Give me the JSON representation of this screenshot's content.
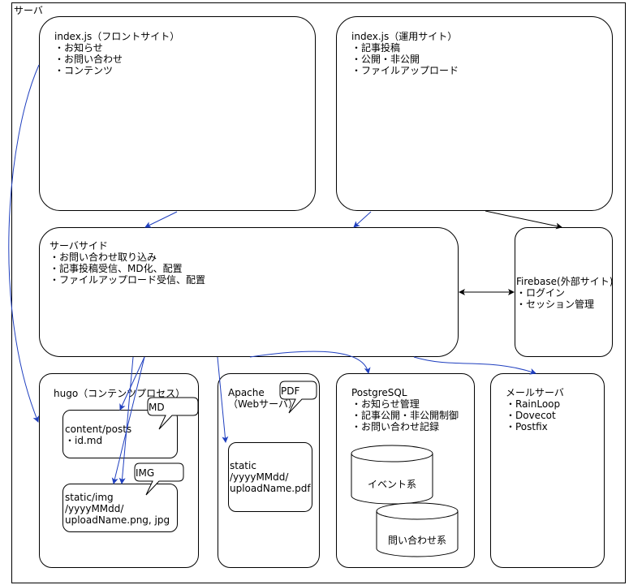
{
  "frame": {
    "label": "サーバ"
  },
  "front": {
    "title": "index.js（フロントサイト）",
    "items": [
      "・お知らせ",
      "・お問い合わせ",
      "・コンテンツ"
    ]
  },
  "admin": {
    "title": "index.js（運用サイト）",
    "items": [
      "・記事投稿",
      "・公開・非公開",
      "・ファイルアップロード"
    ]
  },
  "server": {
    "title": "サーバサイド",
    "items": [
      "・お問い合わせ取り込み",
      "・記事投稿受信、MD化、配置",
      "・ファイルアップロード受信、配置"
    ]
  },
  "firebase": {
    "title": "Firebase(外部サイト)",
    "items": [
      "・ログイン",
      "・セッション管理"
    ]
  },
  "hugo": {
    "title": "hugo（コンテンツプロセス）",
    "posts": {
      "lines": [
        "content/posts",
        "・id.md"
      ],
      "callout": "MD"
    },
    "img": {
      "lines": [
        "static/img",
        "/yyyyMMdd/",
        "uploadName.png, jpg"
      ],
      "callout": "IMG"
    }
  },
  "apache": {
    "title_lines": [
      "Apache",
      "（Webサーバ）"
    ],
    "callout": "PDF",
    "static": {
      "lines": [
        "static",
        "/yyyyMMdd/",
        "uploadName.pdf"
      ]
    }
  },
  "postgres": {
    "title": "PostgreSQL",
    "items": [
      "・お知らせ管理",
      "・記事公開・非公開制御",
      "・お問い合わせ記録"
    ],
    "db1": "イベント系",
    "db2": "問い合わせ系"
  },
  "mail": {
    "title": "メールサーバ",
    "items": [
      "・RainLoop",
      "・Dovecot",
      "・Postfix"
    ]
  },
  "colors": {
    "arrow_blue": "#1f3fbf",
    "stroke": "#000000"
  }
}
